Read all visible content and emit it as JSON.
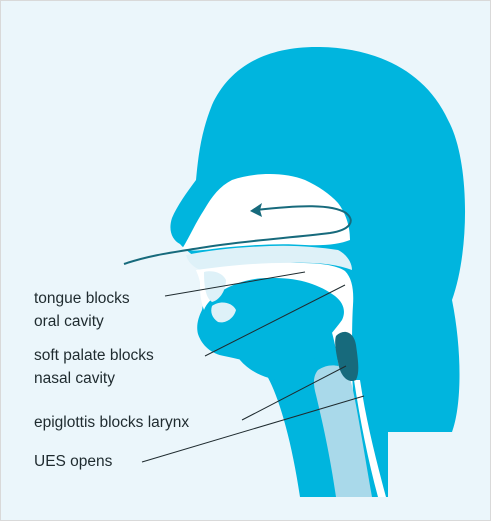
{
  "colors": {
    "background": "#ebf6fb",
    "head_fill": "#00b5de",
    "dark_accent": "#176a7c",
    "light_tissue": "#a9d9ea",
    "pale_tissue": "#def1f8",
    "cavity_white": "#ffffff",
    "leader_line": "#1f2b2f",
    "text": "#1f2b2f"
  },
  "labels": [
    {
      "id": "tongue",
      "text": "tongue blocks\noral cavity"
    },
    {
      "id": "soft_palate",
      "text": "soft palate blocks\nnasal cavity"
    },
    {
      "id": "epiglottis",
      "text": "epiglottis blocks larynx"
    },
    {
      "id": "ues",
      "text": "UES opens"
    }
  ],
  "icons": {
    "airflow_arrow": "curved-arrow-left-icon"
  }
}
